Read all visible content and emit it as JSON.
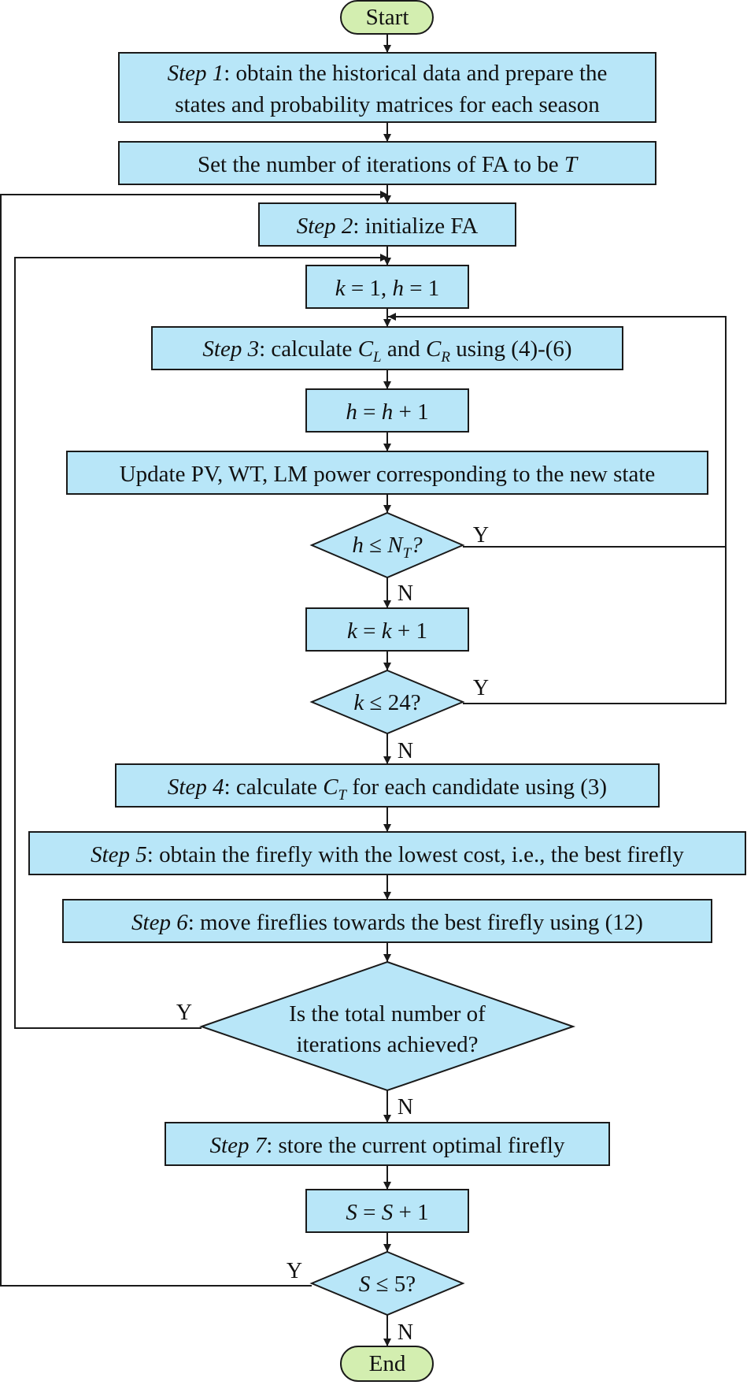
{
  "nodes": {
    "start": "Start",
    "step1": {
      "em": "Step 1",
      "line1": ": obtain the historical data and prepare the",
      "line2": "states and probability matrices for each season"
    },
    "set_iter": {
      "text": "Set the number of iterations of FA to be ",
      "var": "T"
    },
    "step2": {
      "em": "Step 2",
      "text": ": initialize FA"
    },
    "init_kh": {
      "k": "k",
      "eq1": " = 1, ",
      "h": "h",
      "eq2": " = 1"
    },
    "step3": {
      "em": "Step 3",
      "t1": ": calculate ",
      "c1": "C",
      "s1": "L",
      "t2": " and ",
      "c2": "C",
      "s2": "R",
      "t3": " using (4)-(6)"
    },
    "h_inc": {
      "h1": "h",
      "mid": " = ",
      "h2": "h",
      "end": " + 1"
    },
    "update": "Update PV, WT, LM power corresponding to the new state",
    "dec_h": {
      "h": "h",
      "op": " ≤ ",
      "n": "N",
      "sub": "T",
      "q": "?"
    },
    "k_inc": {
      "k1": "k",
      "mid": " = ",
      "k2": "k",
      "end": " + 1"
    },
    "dec_k": {
      "k": "k",
      "rest": " ≤ 24?"
    },
    "step4": {
      "em": "Step 4",
      "t1": ": calculate ",
      "c": "C",
      "s": "T",
      "t2": " for each candidate using (3)"
    },
    "step5": {
      "em": "Step 5",
      "text": ": obtain the firefly with the lowest cost, i.e., the best firefly"
    },
    "step6": {
      "em": "Step 6",
      "text": ": move fireflies towards the best firefly using (12)"
    },
    "dec_iter": {
      "line1": "Is the total number of",
      "line2": "iterations achieved?"
    },
    "step7": {
      "em": "Step 7",
      "text": ": store the current optimal firefly"
    },
    "s_inc": {
      "s1": "S",
      "mid": " = ",
      "s2": "S",
      "end": " + 1"
    },
    "dec_s": {
      "s": "S",
      "rest": " ≤ 5?"
    },
    "end": "End"
  },
  "edge_labels": {
    "dec_h_yes": "Y",
    "dec_h_no": "N",
    "dec_k_yes": "Y",
    "dec_k_no": "N",
    "dec_iter_yes": "Y",
    "dec_iter_no": "N",
    "dec_s_yes": "Y",
    "dec_s_no": "N"
  },
  "colors": {
    "process_fill": "#b8e6f8",
    "terminal_fill": "#d3eeb0",
    "stroke": "#1a1a1a"
  }
}
